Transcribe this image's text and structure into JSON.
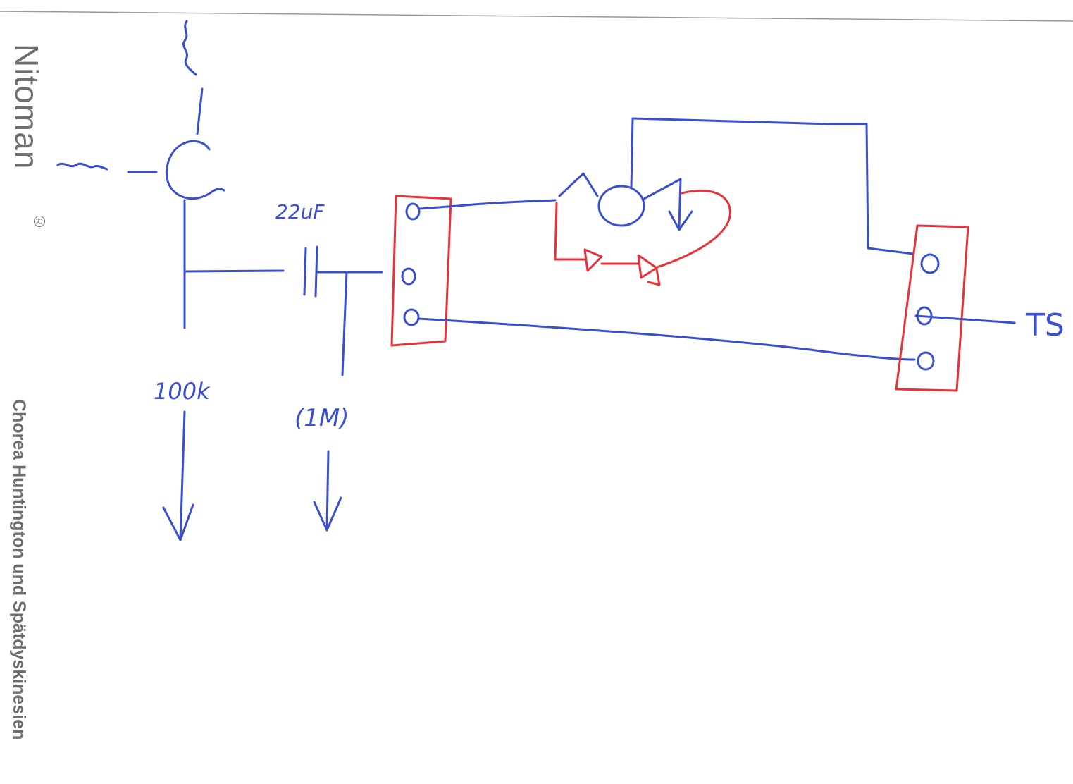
{
  "brand": {
    "name": "Nitoman",
    "registered_mark": "R",
    "subtitle": "Chorea Huntington und Spätdyskinesien"
  },
  "diagram": {
    "capacitor_label": "22uF",
    "resistor_left_label": "100k",
    "resistor_right_label": "(1M)",
    "output_label": "TS"
  },
  "colors": {
    "ink_blue": "#3a4fd0",
    "ink_red": "#e8323a",
    "print_gray": "#6f6f73"
  }
}
